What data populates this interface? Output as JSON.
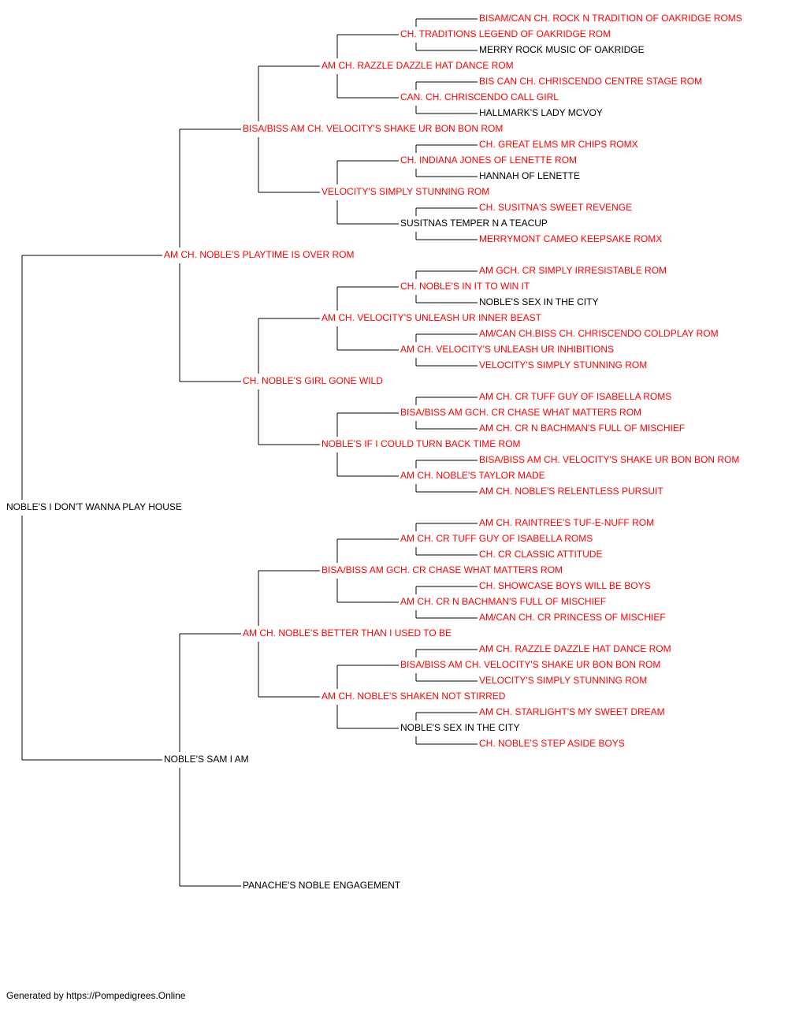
{
  "colors": {
    "titled": "#ff0000",
    "plain": "#000000",
    "line": "#000000"
  },
  "footer": "Generated by https://Pompedigrees.Online",
  "pedigree": {
    "name": "NOBLE'S I DON'T WANNA PLAY HOUSE",
    "titled": false,
    "sire": {
      "name": "AM CH. NOBLE'S PLAYTIME IS OVER ROM",
      "titled": true,
      "sire": {
        "name": "BISA/BISS AM CH. VELOCITY'S SHAKE UR BON BON ROM",
        "titled": true,
        "sire": {
          "name": "AM CH. RAZZLE DAZZLE HAT DANCE ROM",
          "titled": true,
          "sire": {
            "name": "CH. TRADITIONS LEGEND OF OAKRIDGE ROM",
            "titled": true,
            "sire": {
              "name": "BISAM/CAN CH. ROCK N TRADITION OF OAKRIDGE ROMS",
              "titled": true
            },
            "dam": {
              "name": "MERRY ROCK MUSIC OF OAKRIDGE",
              "titled": false
            }
          },
          "dam": {
            "name": "CAN. CH. CHRISCENDO CALL GIRL",
            "titled": true,
            "sire": {
              "name": "BIS CAN CH. CHRISCENDO CENTRE STAGE ROM",
              "titled": true
            },
            "dam": {
              "name": "HALLMARK'S LADY MCVOY",
              "titled": false
            }
          }
        },
        "dam": {
          "name": "VELOCITY'S SIMPLY STUNNING ROM",
          "titled": true,
          "sire": {
            "name": "CH. INDIANA JONES OF LENETTE ROM",
            "titled": true,
            "sire": {
              "name": "CH. GREAT ELMS MR CHIPS ROMX",
              "titled": true
            },
            "dam": {
              "name": "HANNAH OF LENETTE",
              "titled": false
            }
          },
          "dam": {
            "name": "SUSITNAS TEMPER N A TEACUP",
            "titled": false,
            "sire": {
              "name": "CH. SUSITNA'S SWEET REVENGE",
              "titled": true
            },
            "dam": {
              "name": "MERRYMONT CAMEO KEEPSAKE ROMX",
              "titled": true
            }
          }
        }
      },
      "dam": {
        "name": "CH. NOBLE'S GIRL GONE WILD",
        "titled": true,
        "sire": {
          "name": "AM CH. VELOCITY'S UNLEASH UR INNER BEAST",
          "titled": true,
          "sire": {
            "name": "CH. NOBLE'S IN IT TO WIN IT",
            "titled": true,
            "sire": {
              "name": "AM GCH. CR SIMPLY IRRESISTABLE ROM",
              "titled": true
            },
            "dam": {
              "name": "NOBLE'S SEX IN THE CITY",
              "titled": false
            }
          },
          "dam": {
            "name": "AM CH. VELOCITY'S UNLEASH UR INHIBITIONS",
            "titled": true,
            "sire": {
              "name": "AM/CAN CH.BISS CH. CHRISCENDO COLDPLAY ROM",
              "titled": true
            },
            "dam": {
              "name": "VELOCITY'S SIMPLY STUNNING ROM",
              "titled": true
            }
          }
        },
        "dam": {
          "name": "NOBLE'S IF I COULD TURN BACK TIME ROM",
          "titled": true,
          "sire": {
            "name": "BISA/BISS AM GCH. CR CHASE WHAT MATTERS ROM",
            "titled": true,
            "sire": {
              "name": "AM CH. CR TUFF GUY OF ISABELLA ROMS",
              "titled": true
            },
            "dam": {
              "name": "AM CH. CR N BACHMAN'S FULL OF MISCHIEF",
              "titled": true
            }
          },
          "dam": {
            "name": "AM CH. NOBLE'S TAYLOR MADE",
            "titled": true,
            "sire": {
              "name": "BISA/BISS AM CH. VELOCITY'S SHAKE UR BON BON ROM",
              "titled": true
            },
            "dam": {
              "name": "AM CH. NOBLE'S RELENTLESS PURSUIT",
              "titled": true
            }
          }
        }
      }
    },
    "dam": {
      "name": "NOBLE'S SAM I AM",
      "titled": false,
      "sire": {
        "name": "AM CH. NOBLE'S BETTER THAN I USED TO BE",
        "titled": true,
        "sire": {
          "name": "BISA/BISS AM GCH. CR CHASE WHAT MATTERS ROM",
          "titled": true,
          "sire": {
            "name": "AM CH. CR TUFF GUY OF ISABELLA ROMS",
            "titled": true,
            "sire": {
              "name": "AM CH. RAINTREE'S TUF-E-NUFF ROM",
              "titled": true
            },
            "dam": {
              "name": "CH. CR CLASSIC ATTITUDE",
              "titled": true
            }
          },
          "dam": {
            "name": "AM CH. CR N BACHMAN'S FULL OF MISCHIEF",
            "titled": true,
            "sire": {
              "name": "CH. SHOWCASE BOYS WILL BE BOYS",
              "titled": true
            },
            "dam": {
              "name": "AM/CAN CH. CR PRINCESS OF MISCHIEF",
              "titled": true
            }
          }
        },
        "dam": {
          "name": "AM CH. NOBLE'S SHAKEN NOT STIRRED",
          "titled": true,
          "sire": {
            "name": "BISA/BISS AM CH. VELOCITY'S SHAKE UR BON BON ROM",
            "titled": true,
            "sire": {
              "name": "AM CH. RAZZLE DAZZLE HAT DANCE ROM",
              "titled": true
            },
            "dam": {
              "name": "VELOCITY'S SIMPLY STUNNING ROM",
              "titled": true
            }
          },
          "dam": {
            "name": "NOBLE'S SEX IN THE CITY",
            "titled": false,
            "sire": {
              "name": "AM CH. STARLIGHT'S MY SWEET DREAM",
              "titled": true
            },
            "dam": {
              "name": "CH. NOBLE'S STEP ASIDE BOYS",
              "titled": true
            }
          }
        }
      },
      "dam": {
        "name": "PANACHE'S NOBLE ENGAGEMENT",
        "titled": false
      }
    }
  }
}
